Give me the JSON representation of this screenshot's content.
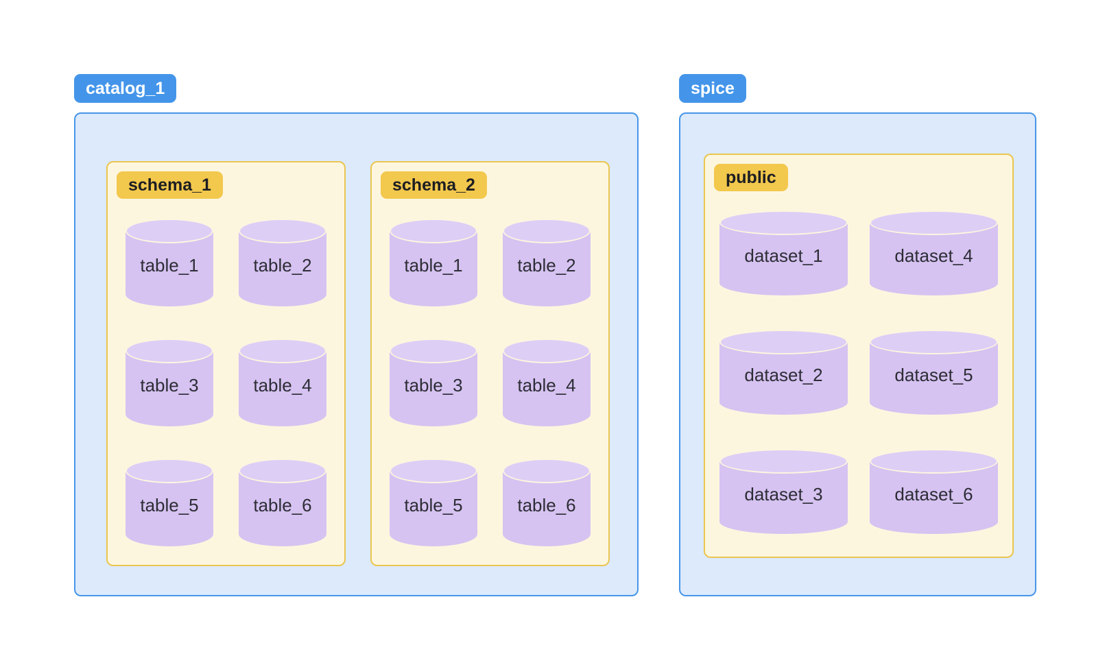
{
  "colors": {
    "catalog_badge_bg": "#4495EA",
    "catalog_badge_text": "#FFFFFF",
    "catalog_container_bg": "#DCEAFB",
    "catalog_container_border": "#4795E8",
    "schema_badge_bg": "#F2C84D",
    "schema_badge_text": "#1D1D22",
    "schema_box_bg": "#FDF6DF",
    "schema_box_border": "#EAC54F",
    "cylinder_body": "#D6C3F1",
    "cylinder_top": "#DDCEF6",
    "label_text": "#2D2D36"
  },
  "catalogs": [
    {
      "label": "catalog_1",
      "schemas": [
        {
          "label": "schema_1",
          "items": [
            "table_1",
            "table_2",
            "table_3",
            "table_4",
            "table_5",
            "table_6"
          ]
        },
        {
          "label": "schema_2",
          "items": [
            "table_1",
            "table_2",
            "table_3",
            "table_4",
            "table_5",
            "table_6"
          ]
        }
      ]
    },
    {
      "label": "spice",
      "schemas": [
        {
          "label": "public",
          "items": [
            "dataset_1",
            "dataset_2",
            "dataset_3",
            "dataset_4",
            "dataset_5",
            "dataset_6"
          ]
        }
      ]
    }
  ]
}
